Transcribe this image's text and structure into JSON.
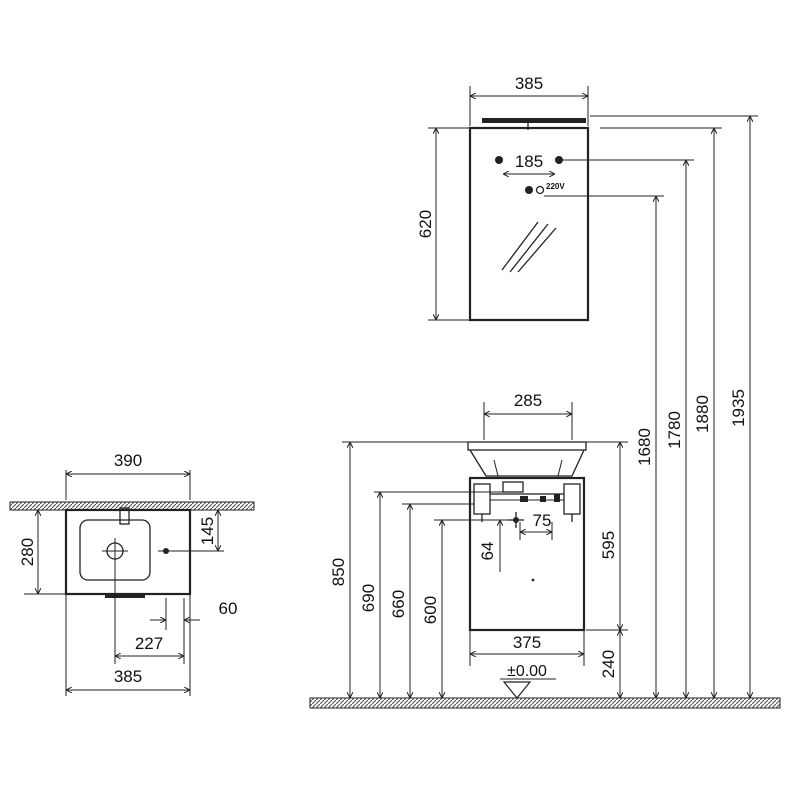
{
  "plan_view": {
    "width_top": "390",
    "depth": "280",
    "tap_offset": "145",
    "overflow_offset": "60",
    "drain_offset": "227",
    "width_bottom": "385"
  },
  "mirror": {
    "width": "385",
    "height": "620",
    "fixing_spacing": "185",
    "power_label": "220V"
  },
  "vanity": {
    "basin_width": "285",
    "cabinet_width": "375",
    "cabinet_height": "595",
    "fixing_offset": "75",
    "outlet_height": "64",
    "floor_clearance": "240",
    "floor_level": "±0.00"
  },
  "heights": {
    "basin_top": "850",
    "h690": "690",
    "h660": "660",
    "h600": "600",
    "h1680": "1680",
    "h1780": "1780",
    "h1880": "1880",
    "h1935": "1935"
  },
  "colors": {
    "line": "#222222",
    "floor_hatch": "#555555",
    "background": "#ffffff"
  }
}
